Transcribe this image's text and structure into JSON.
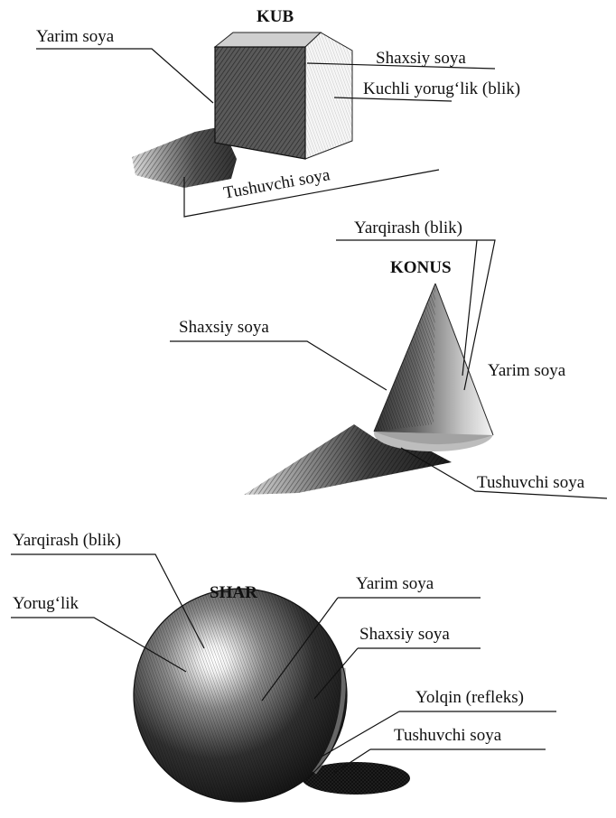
{
  "cube": {
    "title": "KUB",
    "labels": {
      "half_shadow": "Yarim  soya",
      "own_shadow": "Shaxsiy  soya",
      "highlight": "Kuchli yorug‘lik (blik)",
      "cast_shadow": "Tushuvchi soya"
    }
  },
  "cone": {
    "title": "KONUS",
    "labels": {
      "highlight": "Yarqirash (blik)",
      "own_shadow": "Shaxsiy  soya",
      "half_shadow": "Yarim  soya",
      "cast_shadow": "Tushuvchi soya"
    }
  },
  "sphere": {
    "title": "SHAR",
    "labels": {
      "highlight": "Yarqirash (blik)",
      "light": "Yorug‘lik",
      "half_shadow": "Yarim  soya",
      "own_shadow": "Shaxsiy  soya",
      "reflex": "Yolqin  (refleks)",
      "cast_shadow": "Tushuvchi soya"
    }
  }
}
